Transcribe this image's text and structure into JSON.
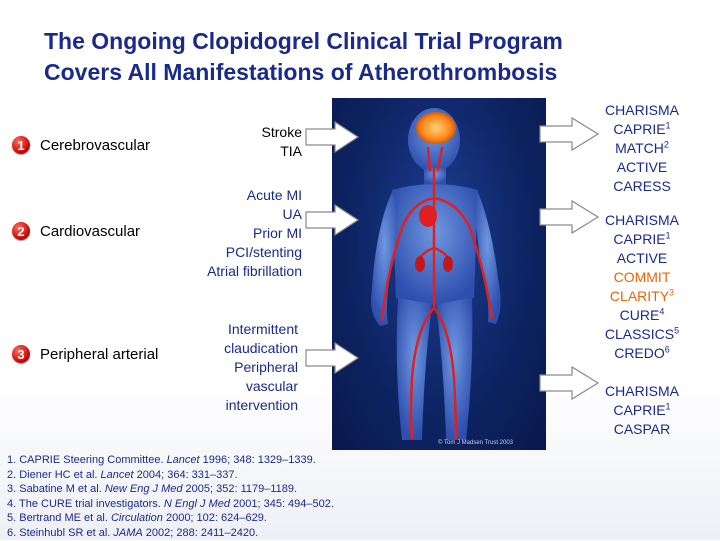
{
  "title": {
    "line1": "The Ongoing Clopidogrel Clinical Trial Program",
    "line2": "Covers All Manifestations of Atherothrombosis"
  },
  "categories": [
    {
      "num": "1",
      "label": "Cerebrovascular"
    },
    {
      "num": "2",
      "label": "Cardiovascular"
    },
    {
      "num": "3",
      "label": "Peripheral arterial"
    }
  ],
  "conditions": {
    "group1": [
      "Stroke",
      "TIA"
    ],
    "group2": [
      "Acute MI",
      "UA",
      "Prior MI",
      "PCI/stenting",
      "Atrial fibrillation"
    ],
    "group3": [
      "Intermittent",
      "claudication",
      "Peripheral",
      "vascular",
      "intervention"
    ]
  },
  "trials": {
    "group1": [
      {
        "name": "CHARISMA",
        "sup": ""
      },
      {
        "name": "CAPRIE",
        "sup": "1"
      },
      {
        "name": "MATCH",
        "sup": "2"
      },
      {
        "name": "ACTIVE",
        "sup": ""
      },
      {
        "name": "CARESS",
        "sup": ""
      }
    ],
    "group2": [
      {
        "name": "CHARISMA",
        "sup": ""
      },
      {
        "name": "CAPRIE",
        "sup": "1"
      },
      {
        "name": "ACTIVE",
        "sup": ""
      },
      {
        "name": "COMMIT",
        "sup": ""
      },
      {
        "name": "CLARITY",
        "sup": "3"
      },
      {
        "name": "CURE",
        "sup": "4"
      },
      {
        "name": "CLASSICS",
        "sup": "5"
      },
      {
        "name": "CREDO",
        "sup": "6"
      }
    ],
    "group3": [
      {
        "name": "CHARISMA",
        "sup": ""
      },
      {
        "name": "CAPRIE",
        "sup": "1"
      },
      {
        "name": "CASPAR",
        "sup": ""
      }
    ]
  },
  "figure_credit": "© Tom J Madsen Trust 2003",
  "references": [
    {
      "pre": "1. CAPRIE Steering Committee. ",
      "journal": "Lancet",
      "post": " 1996; 348: 1329–1339."
    },
    {
      "pre": "2. Diener HC et al. ",
      "journal": "Lancet",
      "post": " 2004; 364: 331–337."
    },
    {
      "pre": "3. Sabatine M et al. ",
      "journal": "New Eng J Med",
      "post": " 2005; 352: 1179–1189."
    },
    {
      "pre": "4. The CURE trial investigators. ",
      "journal": "N Engl J Med",
      "post": " 2001; 345: 494–502."
    },
    {
      "pre": "5. Bertrand ME et al. ",
      "journal": "Circulation",
      "post": " 2000; 102: 624–629."
    },
    {
      "pre": "6. Steinhubl SR et al. ",
      "journal": "JAMA",
      "post": " 2002; 288: 2411–2420."
    }
  ],
  "colors": {
    "title": "#1a2a8c",
    "highlight": "#e8650a",
    "badge": "#c40000"
  },
  "icons": [
    "human-figure-illustration",
    "arrow-right-icon"
  ]
}
